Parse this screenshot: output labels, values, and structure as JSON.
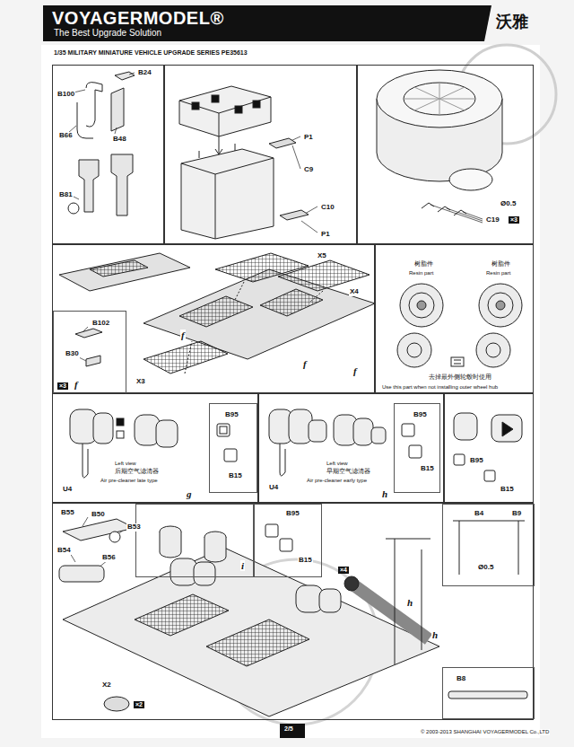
{
  "diagram": {
    "nodes": [
      {
        "text": [
          "VOYAGERMODEL®",
          "The Best Upgrade Solution",
          "沃雅"
        ]
      },
      {
        "text": [
          "B24",
          "B100",
          "B66",
          "B48",
          "B81"
        ]
      },
      {
        "text": [
          "P1",
          "C9",
          "C10",
          "P1"
        ]
      },
      {
        "text": [
          "Ø0.5",
          "C19",
          "×3"
        ]
      },
      {
        "text": [
          "X5",
          "X4",
          "X3",
          "f",
          "f",
          "f"
        ]
      },
      {
        "text": [
          "B102",
          "B30",
          "×3",
          "f"
        ],
        "in": 4
      },
      {
        "text": [
          "树脂件",
          "Resin part",
          "树脂件",
          "Resin part",
          "去掉最外侧轮毂时使用",
          "Use this part when not installing outer wheel hub"
        ]
      },
      {
        "text": [
          "U4",
          "Left view",
          "后期空气滤清器",
          "Air pre-cleaner late type",
          "g"
        ]
      },
      {
        "text": [
          "B95",
          "B15"
        ],
        "in": 7
      },
      {
        "text": [
          "U4",
          "Left view",
          "早期空气滤清器",
          "Air pre-cleaner early type",
          "h"
        ]
      },
      {
        "text": [
          "B95",
          "B15"
        ],
        "in": 9
      },
      {
        "text": [
          "B95",
          "B15"
        ]
      },
      {
        "text": [
          "B55",
          "B50",
          "B53",
          "B54",
          "B56",
          "X2",
          "×2",
          "×4",
          "h",
          "h"
        ]
      },
      {
        "text": [
          "i"
        ],
        "in": 12
      },
      {
        "text": [
          "B95",
          "B15"
        ],
        "in": 12
      },
      {
        "text": [
          "B4",
          "B9",
          "Ø0.5"
        ],
        "in": 12
      },
      {
        "text": [
          "B8"
        ],
        "in": 12
      },
      {
        "text": [
          "2/5"
        ]
      }
    ],
    "labels": [
      "1/35 MILITARY MINIATURE VEHICLE UPGRADE SERIES PE35613",
      "© 2003-2013 SHANGHAI VOYAGERMODEL Co.,LTD"
    ]
  }
}
